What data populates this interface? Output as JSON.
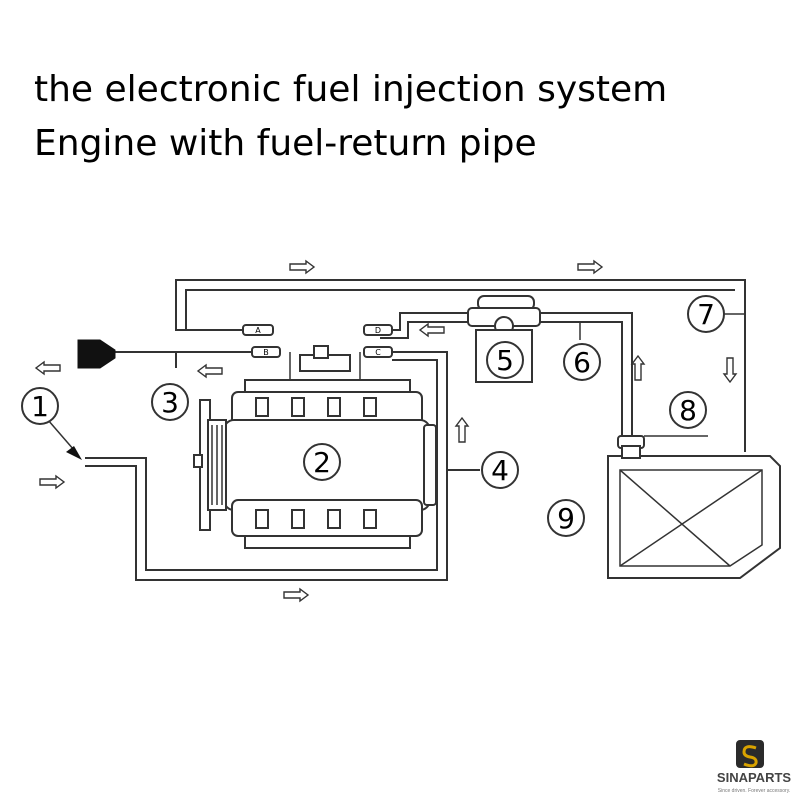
{
  "title": {
    "line1": "the electronic fuel injection system",
    "line2": "Engine with fuel-return pipe"
  },
  "callouts": [
    "1",
    "2",
    "3",
    "4",
    "5",
    "6",
    "7",
    "8",
    "9"
  ],
  "connectors": [
    "A",
    "B",
    "D",
    "C"
  ],
  "logo": {
    "brand": "SINAPARTS",
    "tagline": "Since driven. Forever accessory.",
    "icon": "s-badge-icon",
    "color": "#d9a300"
  },
  "colors": {
    "line": "#333333",
    "logo_badge": "#2b2b2b",
    "logo_gold": "#d9a300"
  }
}
